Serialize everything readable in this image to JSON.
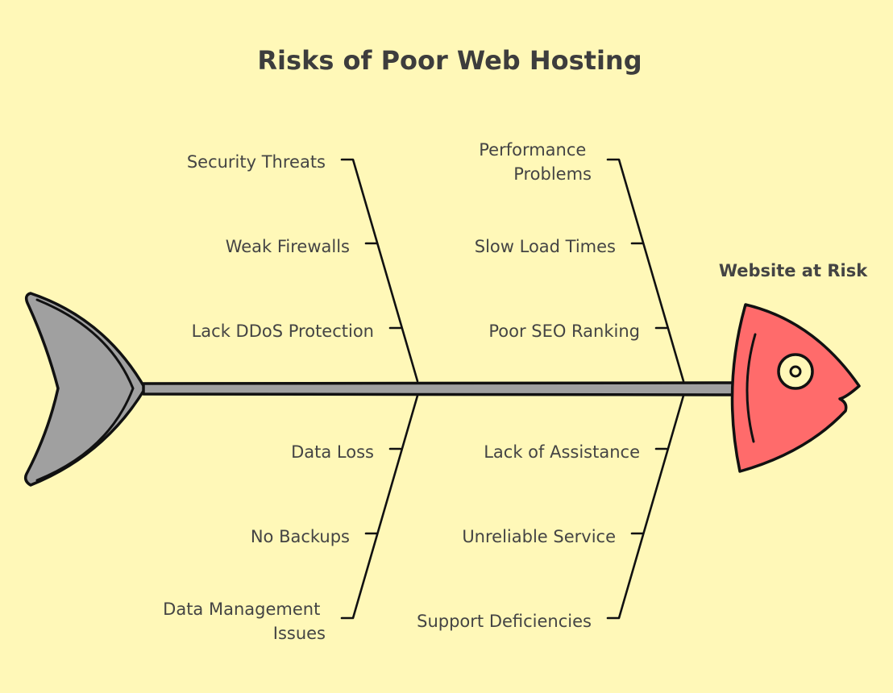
{
  "diagram": {
    "title": "Risks of Poor Web Hosting",
    "effect": "Website at Risk",
    "categories": [
      {
        "id": "security",
        "label": "Security Threats",
        "causes": [
          "Weak Firewalls",
          "Lack DDoS Protection"
        ]
      },
      {
        "id": "performance",
        "label": [
          "Performance",
          "Problems"
        ],
        "causes": [
          "Slow Load Times",
          "Poor SEO Ranking"
        ]
      },
      {
        "id": "data",
        "label": [
          "Data Management",
          "Issues"
        ],
        "causes": [
          "Data Loss",
          "No Backups"
        ]
      },
      {
        "id": "support",
        "label": "Support Deficiencies",
        "causes": [
          "Lack of Assistance",
          "Unreliable Service"
        ]
      }
    ],
    "colors": {
      "background": "#fff8b8",
      "head": "#ff6b6b",
      "tail": "#a0a0a0",
      "spine": "#a0a0a0",
      "outline": "#111111",
      "text": "#444444"
    }
  }
}
